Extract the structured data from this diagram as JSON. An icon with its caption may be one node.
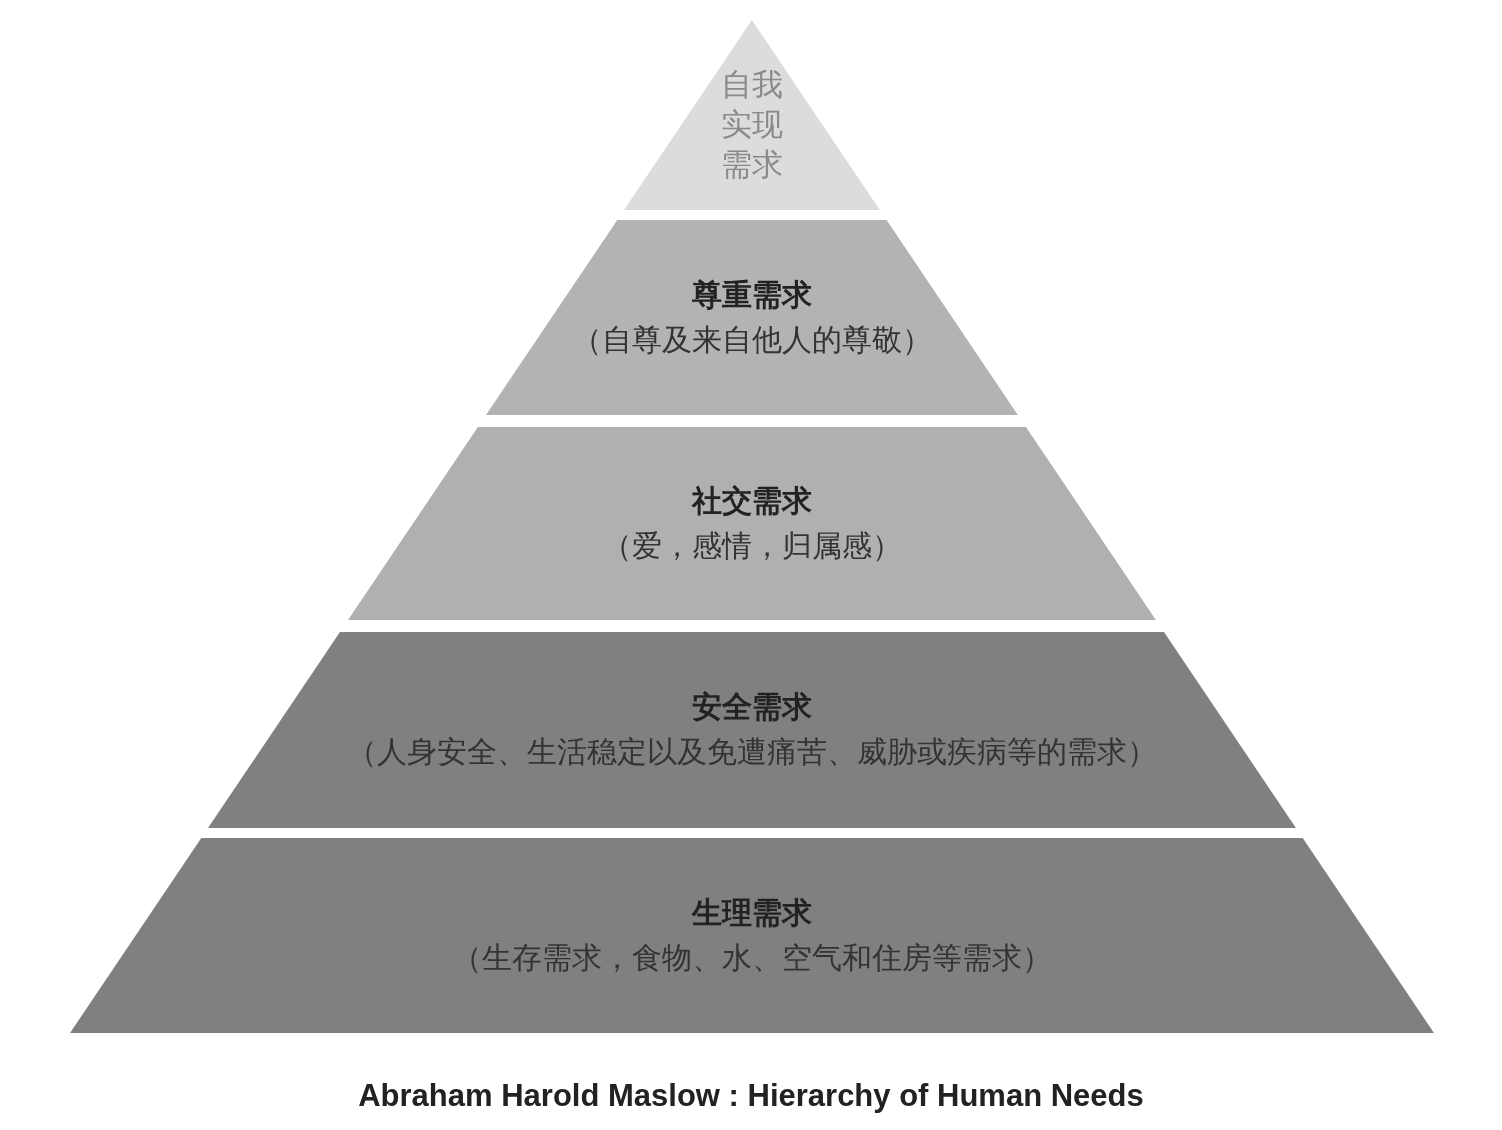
{
  "diagram": {
    "caption": "Abraham Harold Maslow : Hierarchy of Human Needs",
    "nodes": [
      {
        "text": [
          "自我实现需求"
        ]
      },
      {
        "text": [
          "尊重需求",
          "（自尊及来自他人的尊敬）"
        ]
      },
      {
        "text": [
          "社交需求",
          "（爱，感情，归属感）"
        ]
      },
      {
        "text": [
          "安全需求",
          "（人身安全、生活稳定以及免遭痛苦、威胁或疾病等的需求）"
        ]
      },
      {
        "text": [
          "生理需求",
          "（生存需求，食物、水、空气和住房等需求）"
        ]
      }
    ],
    "edges": []
  }
}
